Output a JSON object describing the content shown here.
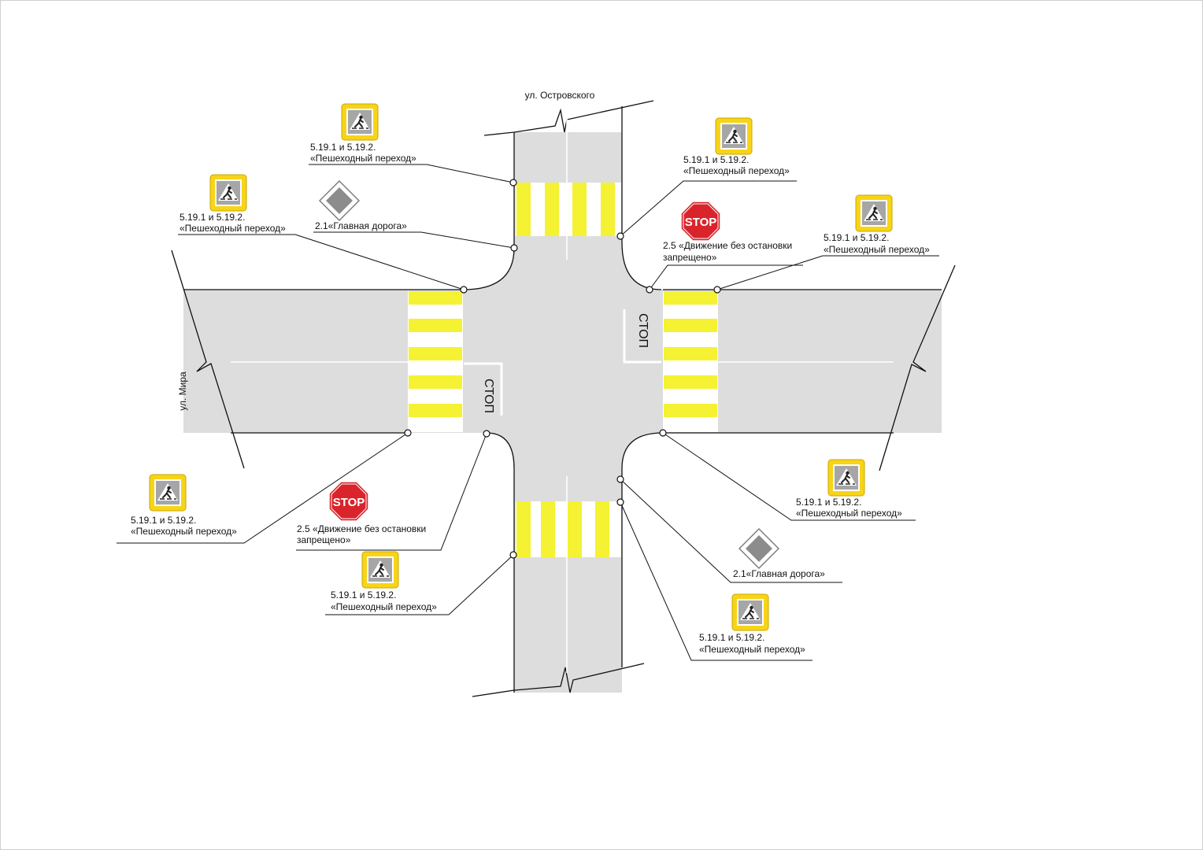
{
  "streets": {
    "north": "ул. Островского",
    "west": "ул. Мира"
  },
  "road_markings": {
    "stop_text": "СТОП"
  },
  "signs": {
    "ped_north_left": {
      "code": "5.19.1 и 5.19.2.",
      "name": "«Пешеходный переход»",
      "icon": "pedestrian-crossing-sign"
    },
    "ped_north_right": {
      "code": "5.19.1 и 5.19.2.",
      "name": "«Пешеходный переход»",
      "icon": "pedestrian-crossing-sign"
    },
    "ped_west_top": {
      "code": "5.19.1 и 5.19.2.",
      "name": "«Пешеходный переход»",
      "icon": "pedestrian-crossing-sign"
    },
    "ped_east_top": {
      "code": "5.19.1 и 5.19.2.",
      "name": "«Пешеходный переход»",
      "icon": "pedestrian-crossing-sign"
    },
    "ped_west_bottom": {
      "code": "5.19.1 и 5.19.2.",
      "name": "«Пешеходный переход»",
      "icon": "pedestrian-crossing-sign"
    },
    "ped_south_left": {
      "code": "5.19.1 и 5.19.2.",
      "name": "«Пешеходный переход»",
      "icon": "pedestrian-crossing-sign"
    },
    "ped_east_bottom": {
      "code": "5.19.1 и 5.19.2.",
      "name": "«Пешеходный переход»",
      "icon": "pedestrian-crossing-sign"
    },
    "ped_south_right": {
      "code": "5.19.1 и 5.19.2.",
      "name": "«Пешеходный переход»",
      "icon": "pedestrian-crossing-sign"
    },
    "main_road_nw": {
      "label": "2.1«Главная  дорога»",
      "icon": "main-road-sign"
    },
    "main_road_se": {
      "label": "2.1«Главная  дорога»",
      "icon": "main-road-sign"
    },
    "stop_ne": {
      "line1": "2.5 «Движение без остановки",
      "line2": "запрещено»",
      "icon": "stop-sign",
      "sign_text": "STOP"
    },
    "stop_sw": {
      "line1": "2.5 «Движение без остановки",
      "line2": "запрещено»",
      "icon": "stop-sign",
      "sign_text": "STOP"
    }
  },
  "colors": {
    "road": "#dddddd",
    "crosswalk": "#f4f233",
    "sign_yellow": "#f7d417",
    "sign_blue_grey": "#9e9e9e",
    "stop_red": "#d9242b",
    "main_road_fill": "#8c8c8c"
  }
}
